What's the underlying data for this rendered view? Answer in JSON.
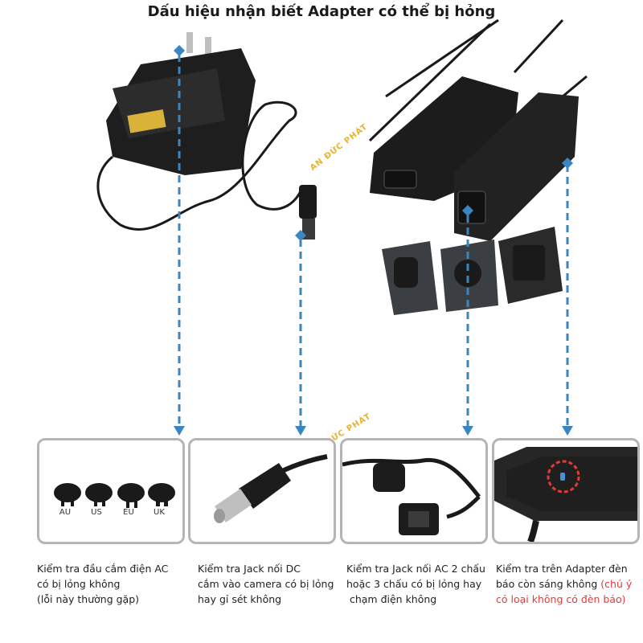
{
  "title": "Dấu hiệu nhận biết Adapter có thể bị hỏng",
  "watermark": "AN ĐỨC PHÁT",
  "plug_types": [
    "AU",
    "US",
    "EU",
    "UK"
  ],
  "captions": [
    {
      "lines": [
        "Kiểm tra đầu cắm điện AC",
        "có bị lỏng không",
        "(lỗi này thường gặp)"
      ]
    },
    {
      "lines": [
        "Kiểm tra Jack nối DC",
        "cắm vào camera có bị lỏng",
        "hay gỉ sét không"
      ]
    },
    {
      "lines": [
        "Kiểm tra Jack nối AC 2 chấu",
        "hoặc 3 chấu có bị lỏng hay",
        " chạm điện không"
      ]
    },
    {
      "lines": [
        "Kiểm tra trên Adapter đèn",
        "báo còn sáng không"
      ],
      "note": [
        "(chú ý",
        "có loại không có đèn báo)"
      ]
    }
  ],
  "colors": {
    "arrow": "#3a86c0",
    "panel_border": "#b5b5b5",
    "note": "#e23b3b",
    "led_circle": "#e23b3b",
    "watermark": "#e8b32a"
  }
}
